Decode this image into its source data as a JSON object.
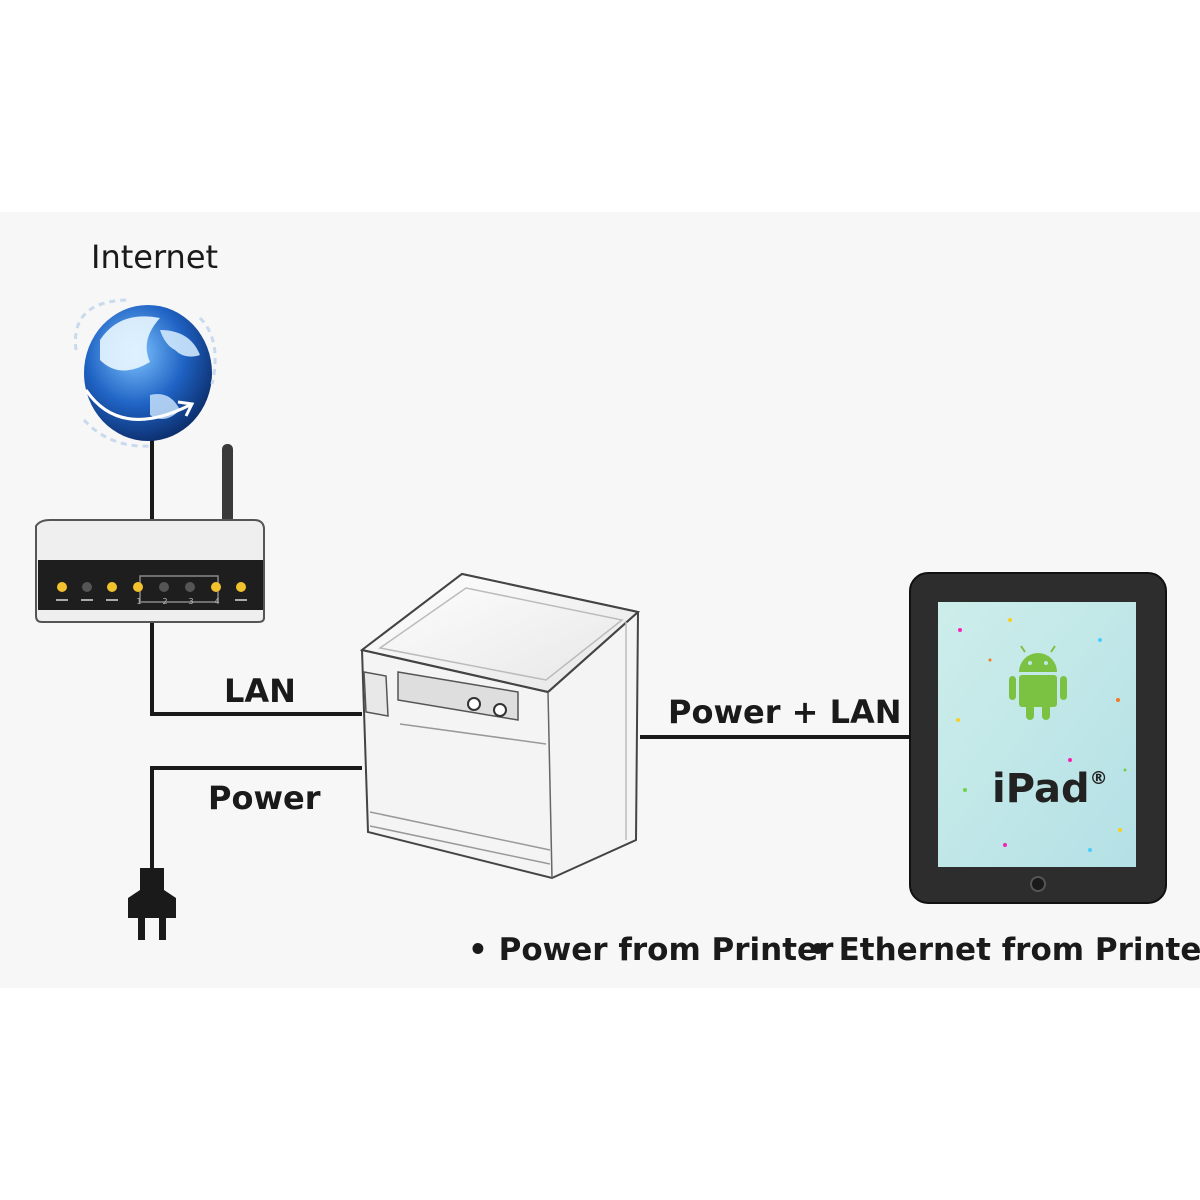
{
  "labels": {
    "internet": "Internet",
    "lan": "LAN",
    "power": "Power",
    "power_lan": "Power + LAN",
    "ipad_text": "iPad",
    "ipad_reg": "®",
    "bullet_1": "• Power from Printer",
    "bullet_2": "• Ethernet from Printer"
  },
  "router_port_numbers": [
    "1",
    "2",
    "3",
    "4"
  ],
  "icons": [
    "globe-icon",
    "router-icon",
    "printer-icon",
    "tablet-icon",
    "android-icon",
    "power-plug-icon"
  ],
  "colors": {
    "background": "#f7f7f7",
    "line": "#1a1a1a",
    "globe": "#1f63c4",
    "led": "#f2c12e",
    "android": "#7cc242",
    "screen": "#bfe6e6"
  }
}
